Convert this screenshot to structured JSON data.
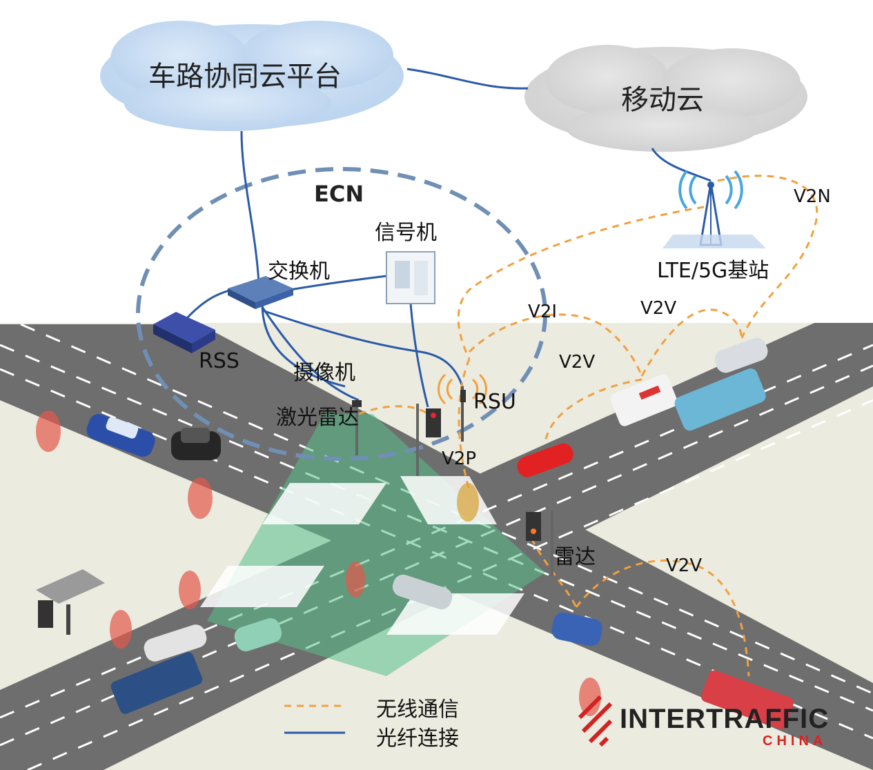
{
  "clouds": {
    "platform": "车路协同云平台",
    "mobile": "移动云"
  },
  "ecn_label": "ECN",
  "nodes": {
    "base_station": "LTE/5G基站",
    "signal_machine": "信号机",
    "switch": "交换机",
    "rss": "RSS",
    "camera": "摄像机",
    "lidar": "激光雷达",
    "rsu": "RSU",
    "radar": "雷达"
  },
  "links": {
    "v2n": "V2N",
    "v2i": "V2I",
    "v2v_top": "V2V",
    "v2v_mid": "V2V",
    "v2v_low": "V2V",
    "v2p": "V2P"
  },
  "legend": {
    "wireless": "无线通信",
    "fiber": "光纤连接"
  },
  "logo": {
    "main": "INTERTRAFFIC",
    "sub": "CHINA"
  },
  "colors": {
    "wireless": "#f0a040",
    "fiber": "#2a5aa8",
    "ecn_dash": "#6f8fb5",
    "coverage": "#58c08a",
    "road": "#707070",
    "ground": "#ecebdf",
    "logo_red": "#d22222"
  }
}
